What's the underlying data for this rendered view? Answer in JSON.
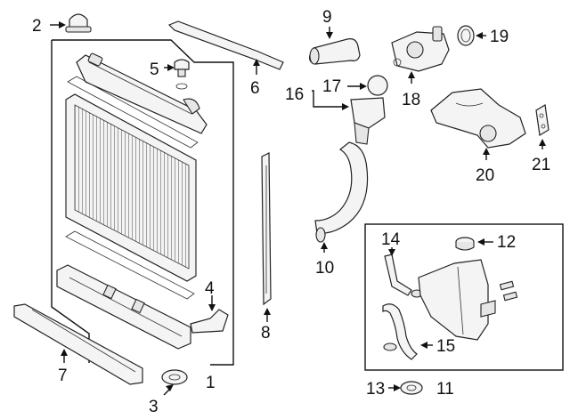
{
  "callouts": {
    "c1": "1",
    "c2": "2",
    "c3": "3",
    "c4": "4",
    "c5": "5",
    "c6": "6",
    "c7": "7",
    "c8": "8",
    "c9": "9",
    "c10": "10",
    "c11": "11",
    "c12": "12",
    "c13": "13",
    "c14": "14",
    "c15": "15",
    "c16": "16",
    "c17": "17",
    "c18": "18",
    "c19": "19",
    "c20": "20",
    "c21": "21"
  },
  "colors": {
    "line": "#111111",
    "background": "#ffffff",
    "part_fill": "#f4f4f4"
  }
}
